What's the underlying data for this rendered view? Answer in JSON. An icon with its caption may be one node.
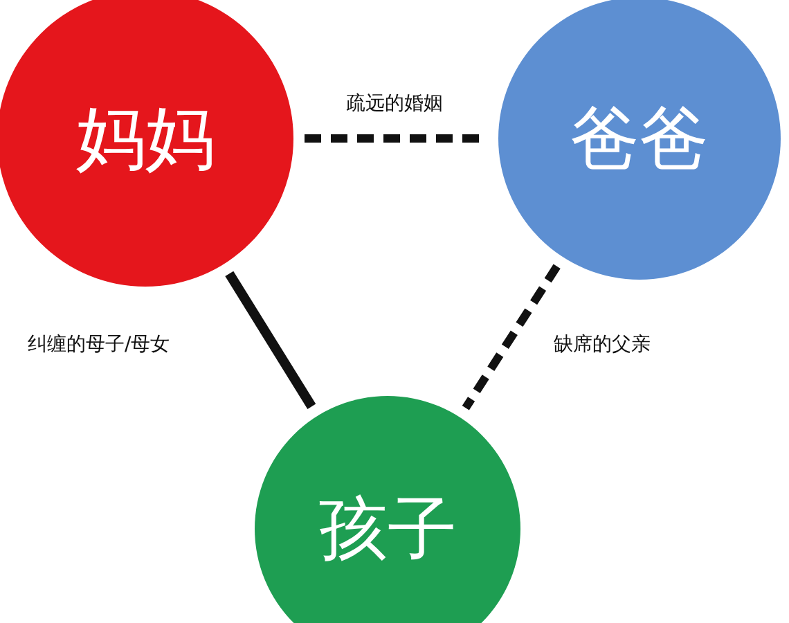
{
  "diagram": {
    "nodes": [
      {
        "text": [
          "妈妈"
        ]
      },
      {
        "text": [
          "爸爸"
        ]
      },
      {
        "text": [
          "孩子"
        ]
      }
    ],
    "edges": [
      {
        "from": 0,
        "to": 1,
        "arrow": "none",
        "label": "疏远的婚姻",
        "style": "dashed"
      },
      {
        "from": 0,
        "to": 2,
        "arrow": "none",
        "label": "纠缠的母子/母女"
      },
      {
        "from": 1,
        "to": 2,
        "arrow": "none",
        "label": "缺席的父亲",
        "style": "dashed"
      }
    ]
  }
}
